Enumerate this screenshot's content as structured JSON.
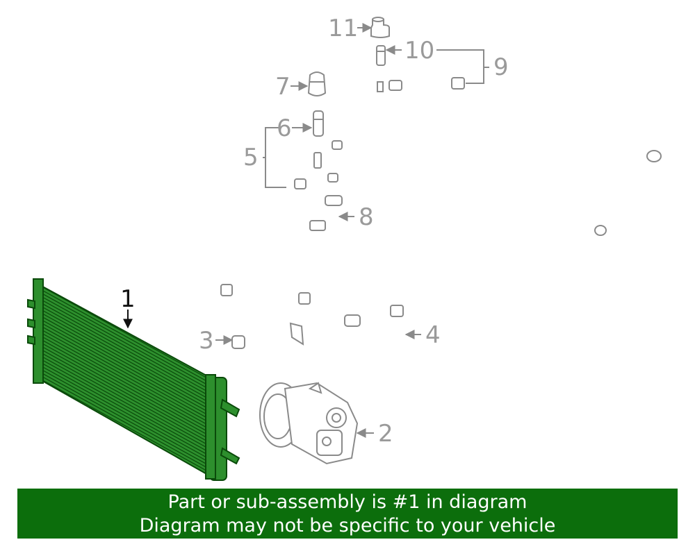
{
  "callouts": {
    "c1": "1",
    "c2": "2",
    "c3": "3",
    "c4": "4",
    "c5": "5",
    "c6": "6",
    "c7": "7",
    "c8": "8",
    "c9": "9",
    "c10": "10",
    "c11": "11"
  },
  "highlight_part": "1",
  "colors": {
    "highlight": "#2d8f2d",
    "banner": "#0c6e0c",
    "line": "#8a8a8a"
  },
  "banner": {
    "line1": "Part or sub-assembly is #1 in diagram",
    "line2": "Diagram may not be specific to your vehicle"
  }
}
